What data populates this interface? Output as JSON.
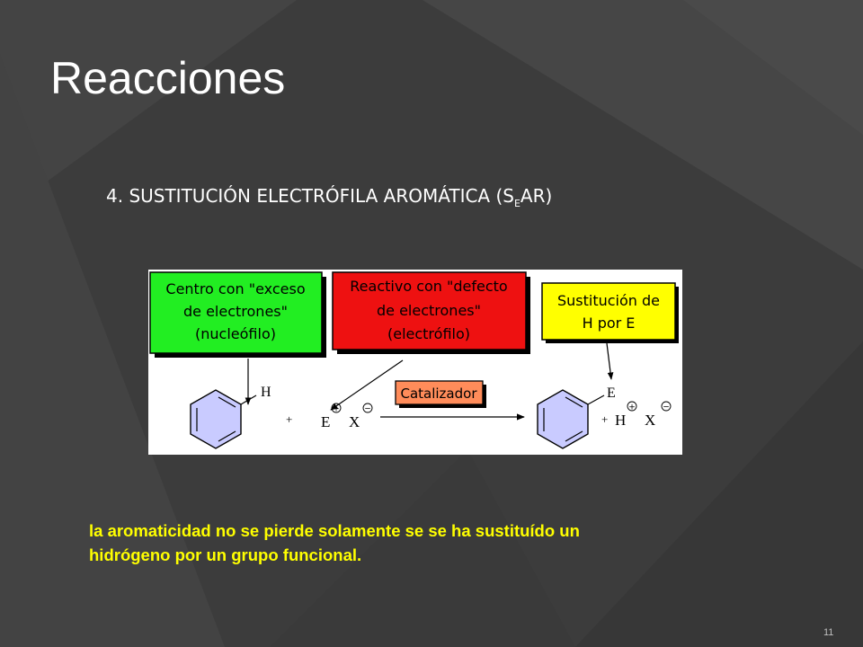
{
  "slide": {
    "title": "Reacciones",
    "subtitle_pre": "4. SUSTITUCIÓN ELECTRÓFILA  AROMÁTICA (S",
    "subtitle_sub": "E",
    "subtitle_post": "AR)",
    "note_line1": "la aromaticidad no se pierde solamente se se ha sustituído un",
    "note_line2": "hidrógeno por un grupo funcional.",
    "page_number": "11"
  },
  "diagram": {
    "box_nucleophile": [
      "Centro con \"exceso",
      "de electrones\"",
      "(nucleófilo)"
    ],
    "box_electrophile": [
      "Reactivo con \"defecto",
      "de electrones\"",
      "(electrófilo)"
    ],
    "box_substitution": [
      "Sustitución de",
      "H por E"
    ],
    "catalyst_label": "Catalizador",
    "reactant_substituent": "H",
    "plus_1": "+",
    "reagent_E": "E",
    "reagent_X": "X",
    "product_substituent": "E",
    "plus_2": "+",
    "product_H": "H",
    "product_X": "X",
    "charge_plus": "+",
    "charge_minus": "−",
    "colors": {
      "nucleophile_box": "#22ee22",
      "electrophile_box": "#ee1111",
      "substitution_box": "#ffff00",
      "catalyst_box": "#ff8c5a",
      "ring_fill": "#c9cbff"
    }
  }
}
